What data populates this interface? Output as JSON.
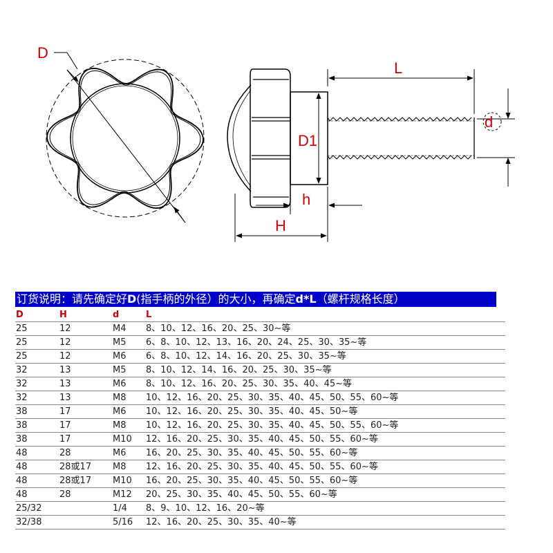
{
  "drawing": {
    "label_D": "D",
    "label_D1": "D1",
    "label_L": "L",
    "label_d": "d",
    "label_h": "h",
    "label_H": "H"
  },
  "banner": {
    "prefix": "订货说明：请先确定好",
    "bold1": "D",
    "middle": "(指手柄的外径）的大小，再确定",
    "bold2": "d*L",
    "suffix": "（螺杆规格长度）"
  },
  "table": {
    "headers": [
      "D",
      "H",
      "d",
      "L"
    ],
    "rows": [
      [
        "25",
        "12",
        "M4",
        "8、10、12、16、20、25、30~等"
      ],
      [
        "25",
        "12",
        "M5",
        "6、8、10、12、13、16、20、24、25、30、35~等"
      ],
      [
        "25",
        "12",
        "M6",
        "6、8、10、12、14、16、20、25、30、35~等"
      ],
      [
        "32",
        "13",
        "M5",
        "8、10、12、14、16、20、25、30、35~等"
      ],
      [
        "32",
        "13",
        "M6",
        "8、10、12、16、20、25、30、35、40、45~等"
      ],
      [
        "32",
        "13",
        "M8",
        "10、12、16、20、25、30、35、40、45、50、55、60~等"
      ],
      [
        "38",
        "17",
        "M6",
        "10、12、16、20、25、30、35、40、45、50~等"
      ],
      [
        "38",
        "17",
        "M8",
        "10、12、16、20、25、30、35、40、45、50、55、60~等"
      ],
      [
        "38",
        "17",
        "M10",
        "12、16、20、25、30、35、40、45、50、55、60~等"
      ],
      [
        "48",
        "28",
        "M6",
        "16、20、25、30、35、40、45、50、55、60~等"
      ],
      [
        "48",
        "28或17",
        "M8",
        "12、16、20、25、30、35、40、45、50、55、60~等"
      ],
      [
        "48",
        "28或17",
        "M10",
        "16、20、25、30、35、40、45、50、55、60~等"
      ],
      [
        "48",
        "28",
        "M12",
        "20、25、30、35、40、45、50、55、60~等"
      ],
      [
        "25/32",
        "",
        "1/4",
        "8、9、10、12、16、20~等"
      ],
      [
        "32/38",
        "",
        "5/16",
        "12、16、20、25、30、35、40~等"
      ]
    ]
  },
  "colors": {
    "banner_bg": "#0000c8",
    "header_text": "#d00000",
    "dimension_label": "#d00000"
  }
}
